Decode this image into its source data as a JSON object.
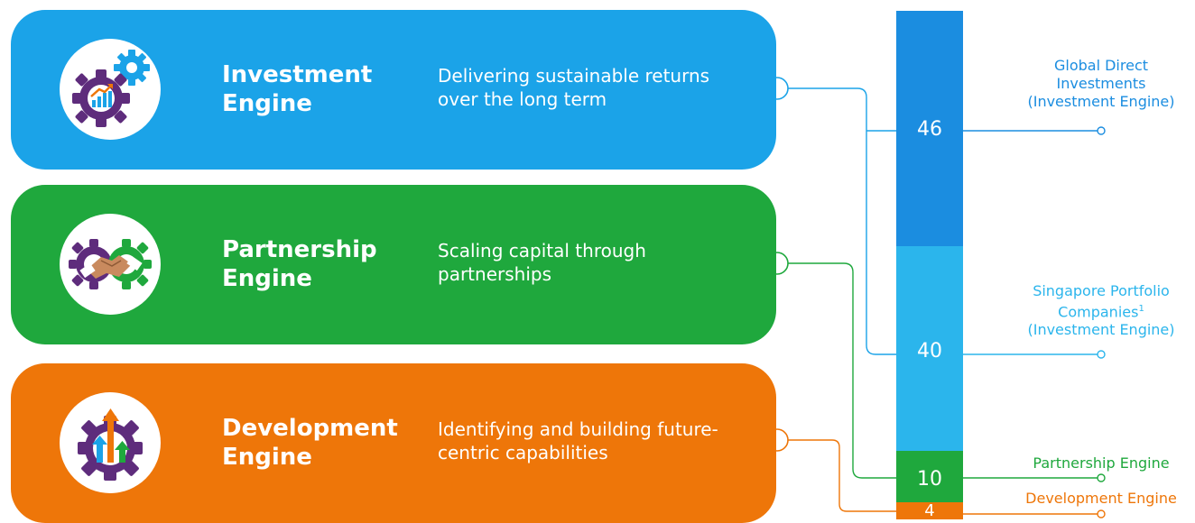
{
  "colors": {
    "investment": "#1BA3E8",
    "partnership": "#1FA83D",
    "development": "#EE7609",
    "gdi_bar": "#1B8DE0",
    "spc_bar": "#2BB5EC",
    "purple": "#5E2C7C"
  },
  "engines": [
    {
      "title": "Investment Engine",
      "description": "Delivering sustainable returns over the long term",
      "icon": "gears-growth-icon"
    },
    {
      "title": "Partnership Engine",
      "description": "Scaling capital through partnerships",
      "icon": "gears-handshake-icon"
    },
    {
      "title": "Development Engine",
      "description": "Identifying and building future-centric capabilities",
      "icon": "gear-arrows-icon"
    }
  ],
  "chart_data": {
    "type": "bar",
    "orientation": "stacked-vertical",
    "categories": [
      "Global Direct Investments (Investment Engine)",
      "Singapore Portfolio Companies¹ (Investment Engine)",
      "Partnership Engine",
      "Development Engine"
    ],
    "values": [
      46,
      40,
      10,
      4
    ],
    "labels": [
      "46",
      "40",
      "10",
      "4"
    ]
  },
  "legend": {
    "gdi": {
      "line1": "Global Direct",
      "line2": "Investments",
      "line3": "(Investment Engine)"
    },
    "spc": {
      "line1": "Singapore Portfolio",
      "line2": "Companies",
      "sup": "1",
      "line3": "(Investment Engine)"
    },
    "partnership": "Partnership Engine",
    "development": "Development Engine"
  }
}
